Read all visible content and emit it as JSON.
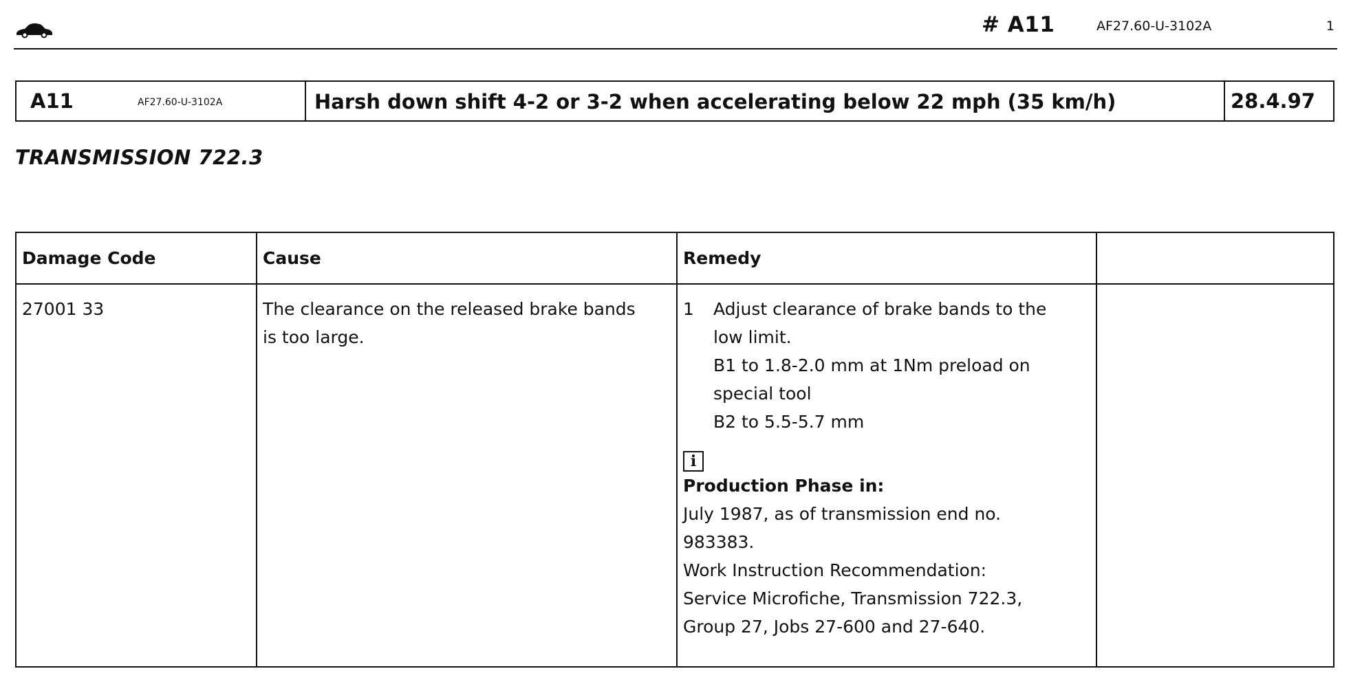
{
  "header": {
    "code": "# A11",
    "doc_number": "AF27.60-U-3102A",
    "page": "1",
    "icon": "car-icon"
  },
  "title_bar": {
    "code": "A11",
    "doc_number": "AF27.60-U-3102A",
    "title": "Harsh down shift 4-2 or 3-2 when accelerating below 22 mph (35 km/h)",
    "date": "28.4.97"
  },
  "section": {
    "heading": "TRANSMISSION 722.3"
  },
  "table": {
    "columns": [
      "Damage Code",
      "Cause",
      "Remedy",
      ""
    ],
    "rows": [
      {
        "damage_code": "27001 33",
        "cause_lines": [
          "The clearance on the released brake bands",
          "is too large."
        ],
        "remedy": {
          "step_number": "1",
          "step_lines": [
            "Adjust clearance of brake bands to the",
            "low limit.",
            "B1 to 1.8-2.0 mm at 1Nm preload on",
            "special tool",
            "B2 to 5.5-5.7 mm"
          ],
          "info_icon": "info-icon",
          "info_symbol": "i",
          "production_title": "Production Phase in:",
          "production_lines": [
            "July 1987, as of transmission end no.",
            "983383.",
            "Work Instruction Recommendation:",
            "Service Microfiche, Transmission 722.3,",
            "Group 27, Jobs 27-600 and 27-640."
          ]
        }
      }
    ]
  }
}
